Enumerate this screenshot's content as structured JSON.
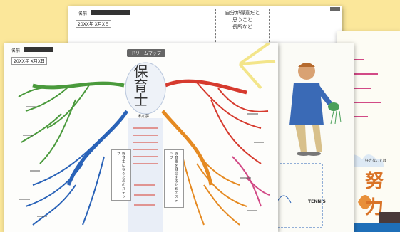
{
  "back_sheet": {
    "name_label": "名前",
    "date_text": "20XX年 X月X日",
    "note_lines": [
      "自分が得意だと",
      "思うこと",
      "長所など"
    ]
  },
  "front_sheet": {
    "name_label": "名前",
    "date_text": "20XX年 X月X日",
    "title_pill": "ドリームマップ",
    "center_title": "保育士",
    "center_caption": "私の夢",
    "left_card": "保育士になるためのステップ",
    "right_card": "保育園を経営するためのステップ",
    "colors": {
      "green": "#4a9a3c",
      "blue": "#2a63b8",
      "red": "#d63a2e",
      "orange": "#e58a22",
      "pink": "#d24a86"
    }
  },
  "right_sheet": {
    "like_label": "好きなことば",
    "effort_text": "努力",
    "tennis_text": "TENNIS",
    "colors": {
      "orange": "#d97327",
      "blue": "#1f6fb8"
    }
  }
}
